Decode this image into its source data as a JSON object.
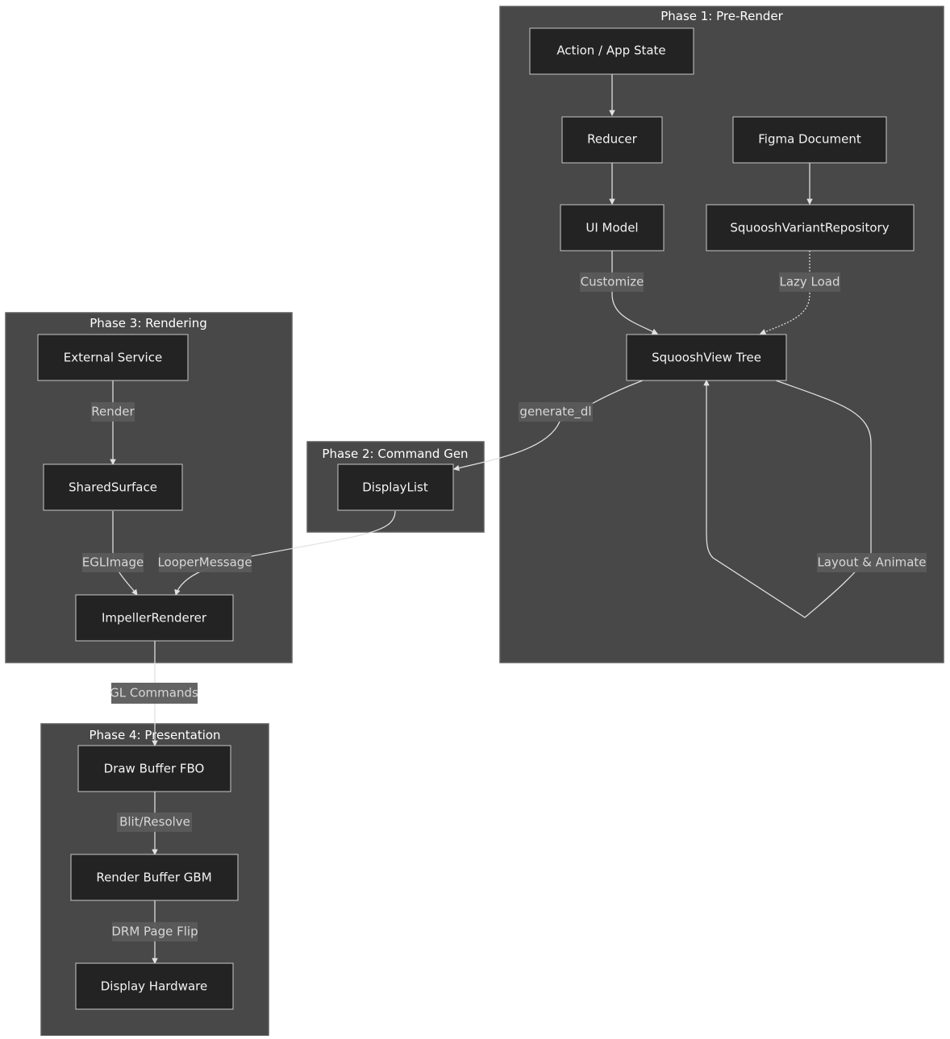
{
  "diagram": {
    "subgraphs": {
      "phase1": "Phase 1: Pre-Render",
      "phase2": "Phase 2: Command Gen",
      "phase3": "Phase 3: Rendering",
      "phase4": "Phase 4: Presentation"
    },
    "nodes": {
      "action_state": "Action / App State",
      "reducer": "Reducer",
      "figma_document": "Figma Document",
      "ui_model": "UI Model",
      "squoosh_variant_repository": "SquooshVariantRepository",
      "squooshview_tree": "SquooshView Tree",
      "display_list": "DisplayList",
      "external_service": "External Service",
      "shared_surface": "SharedSurface",
      "impeller_renderer": "ImpellerRenderer",
      "draw_buffer_fbo": "Draw Buffer FBO",
      "render_buffer_gbm": "Render Buffer GBM",
      "display_hardware": "Display Hardware"
    },
    "edge_labels": {
      "customize": "Customize",
      "lazy_load": "Lazy Load",
      "generate_dl": "generate_dl",
      "layout_animate": "Layout & Animate",
      "render": "Render",
      "eglimage": "EGLImage",
      "looper_message": "LooperMessage",
      "gl_commands": "GL Commands",
      "blit_resolve": "Blit/Resolve",
      "drm_page_flip": "DRM Page Flip"
    },
    "colors": {
      "subgraph_fill": "#474847",
      "node_fill": "#232323",
      "edge_stroke": "#e1e1e1",
      "text": "#f3f3f3"
    }
  }
}
